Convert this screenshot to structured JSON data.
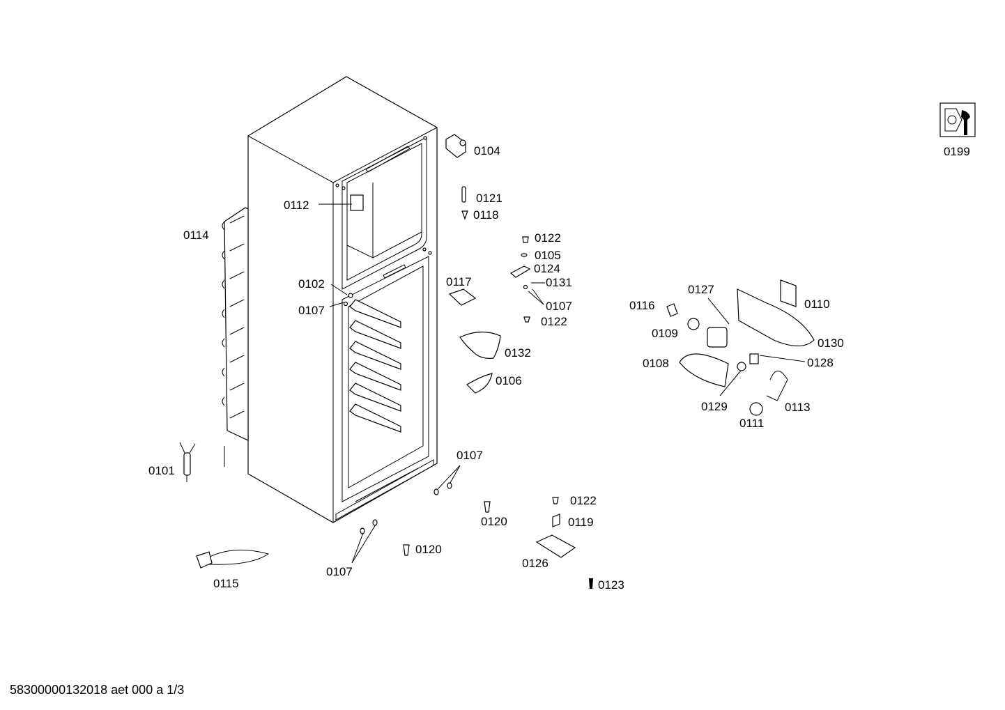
{
  "document_id": "58300000132018 aet 000 a 1/3",
  "parts": {
    "p0104": "0104",
    "p0121": "0121",
    "p0118": "0118",
    "p0112": "0112",
    "p0114": "0114",
    "p0122a": "0122",
    "p0105": "0105",
    "p0124": "0124",
    "p0131": "0131",
    "p0107a": "0107",
    "p0122b": "0122",
    "p0102": "0102",
    "p0107b": "0107",
    "p0117": "0117",
    "p0132": "0132",
    "p0106": "0106",
    "p0127": "0127",
    "p0116": "0116",
    "p0110": "0110",
    "p0109": "0109",
    "p0130": "0130",
    "p0108": "0108",
    "p0128": "0128",
    "p0129": "0129",
    "p0113": "0113",
    "p0111": "0111",
    "p0101": "0101",
    "p0107c": "0107",
    "p0122c": "0122",
    "p0120a": "0120",
    "p0119": "0119",
    "p0115": "0115",
    "p0120b": "0120",
    "p0107d": "0107",
    "p0126": "0126",
    "p0123": "0123",
    "p0199": "0199"
  }
}
